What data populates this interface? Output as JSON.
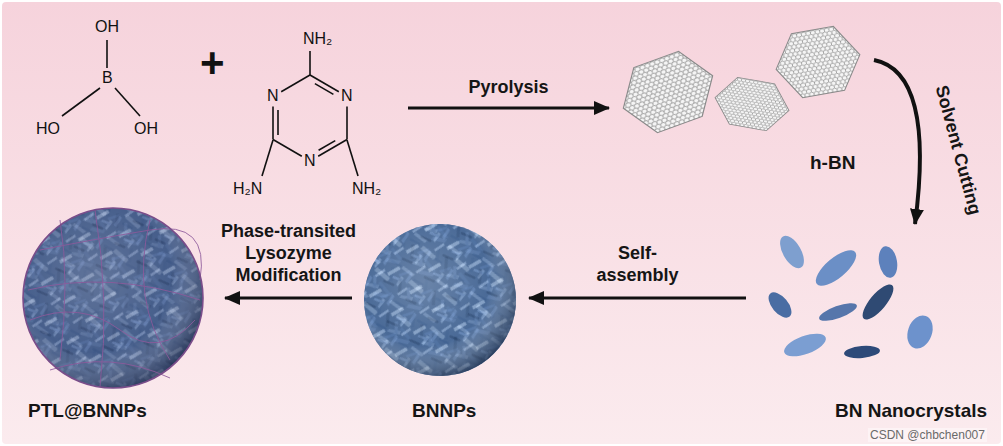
{
  "diagram": {
    "nodes": [
      {
        "text": [
          "OH",
          "B",
          "HO",
          "OH"
        ]
      },
      {
        "text": [
          "NH₂",
          "N",
          "N",
          "N",
          "H₂N",
          "NH₂"
        ]
      },
      {
        "text": [
          "h-BN"
        ]
      },
      {
        "text": [
          "BN Nanocrystals"
        ]
      },
      {
        "text": [
          "BNNPs"
        ]
      },
      {
        "text": [
          "PTL@BNNPs"
        ]
      }
    ],
    "edges": [
      {
        "from": 1,
        "to": 2,
        "arrow": "to",
        "label": "Pyrolysis"
      },
      {
        "from": 2,
        "to": 3,
        "arrow": "to",
        "label": "Solvent Cutting"
      },
      {
        "from": 3,
        "to": 4,
        "arrow": "to",
        "label": "Self-assembly"
      },
      {
        "from": 4,
        "to": 5,
        "arrow": "to",
        "label": "Phase-transited Lysozyme Modification"
      }
    ],
    "labels": [
      "+",
      "CSDN @chbchen007"
    ]
  }
}
